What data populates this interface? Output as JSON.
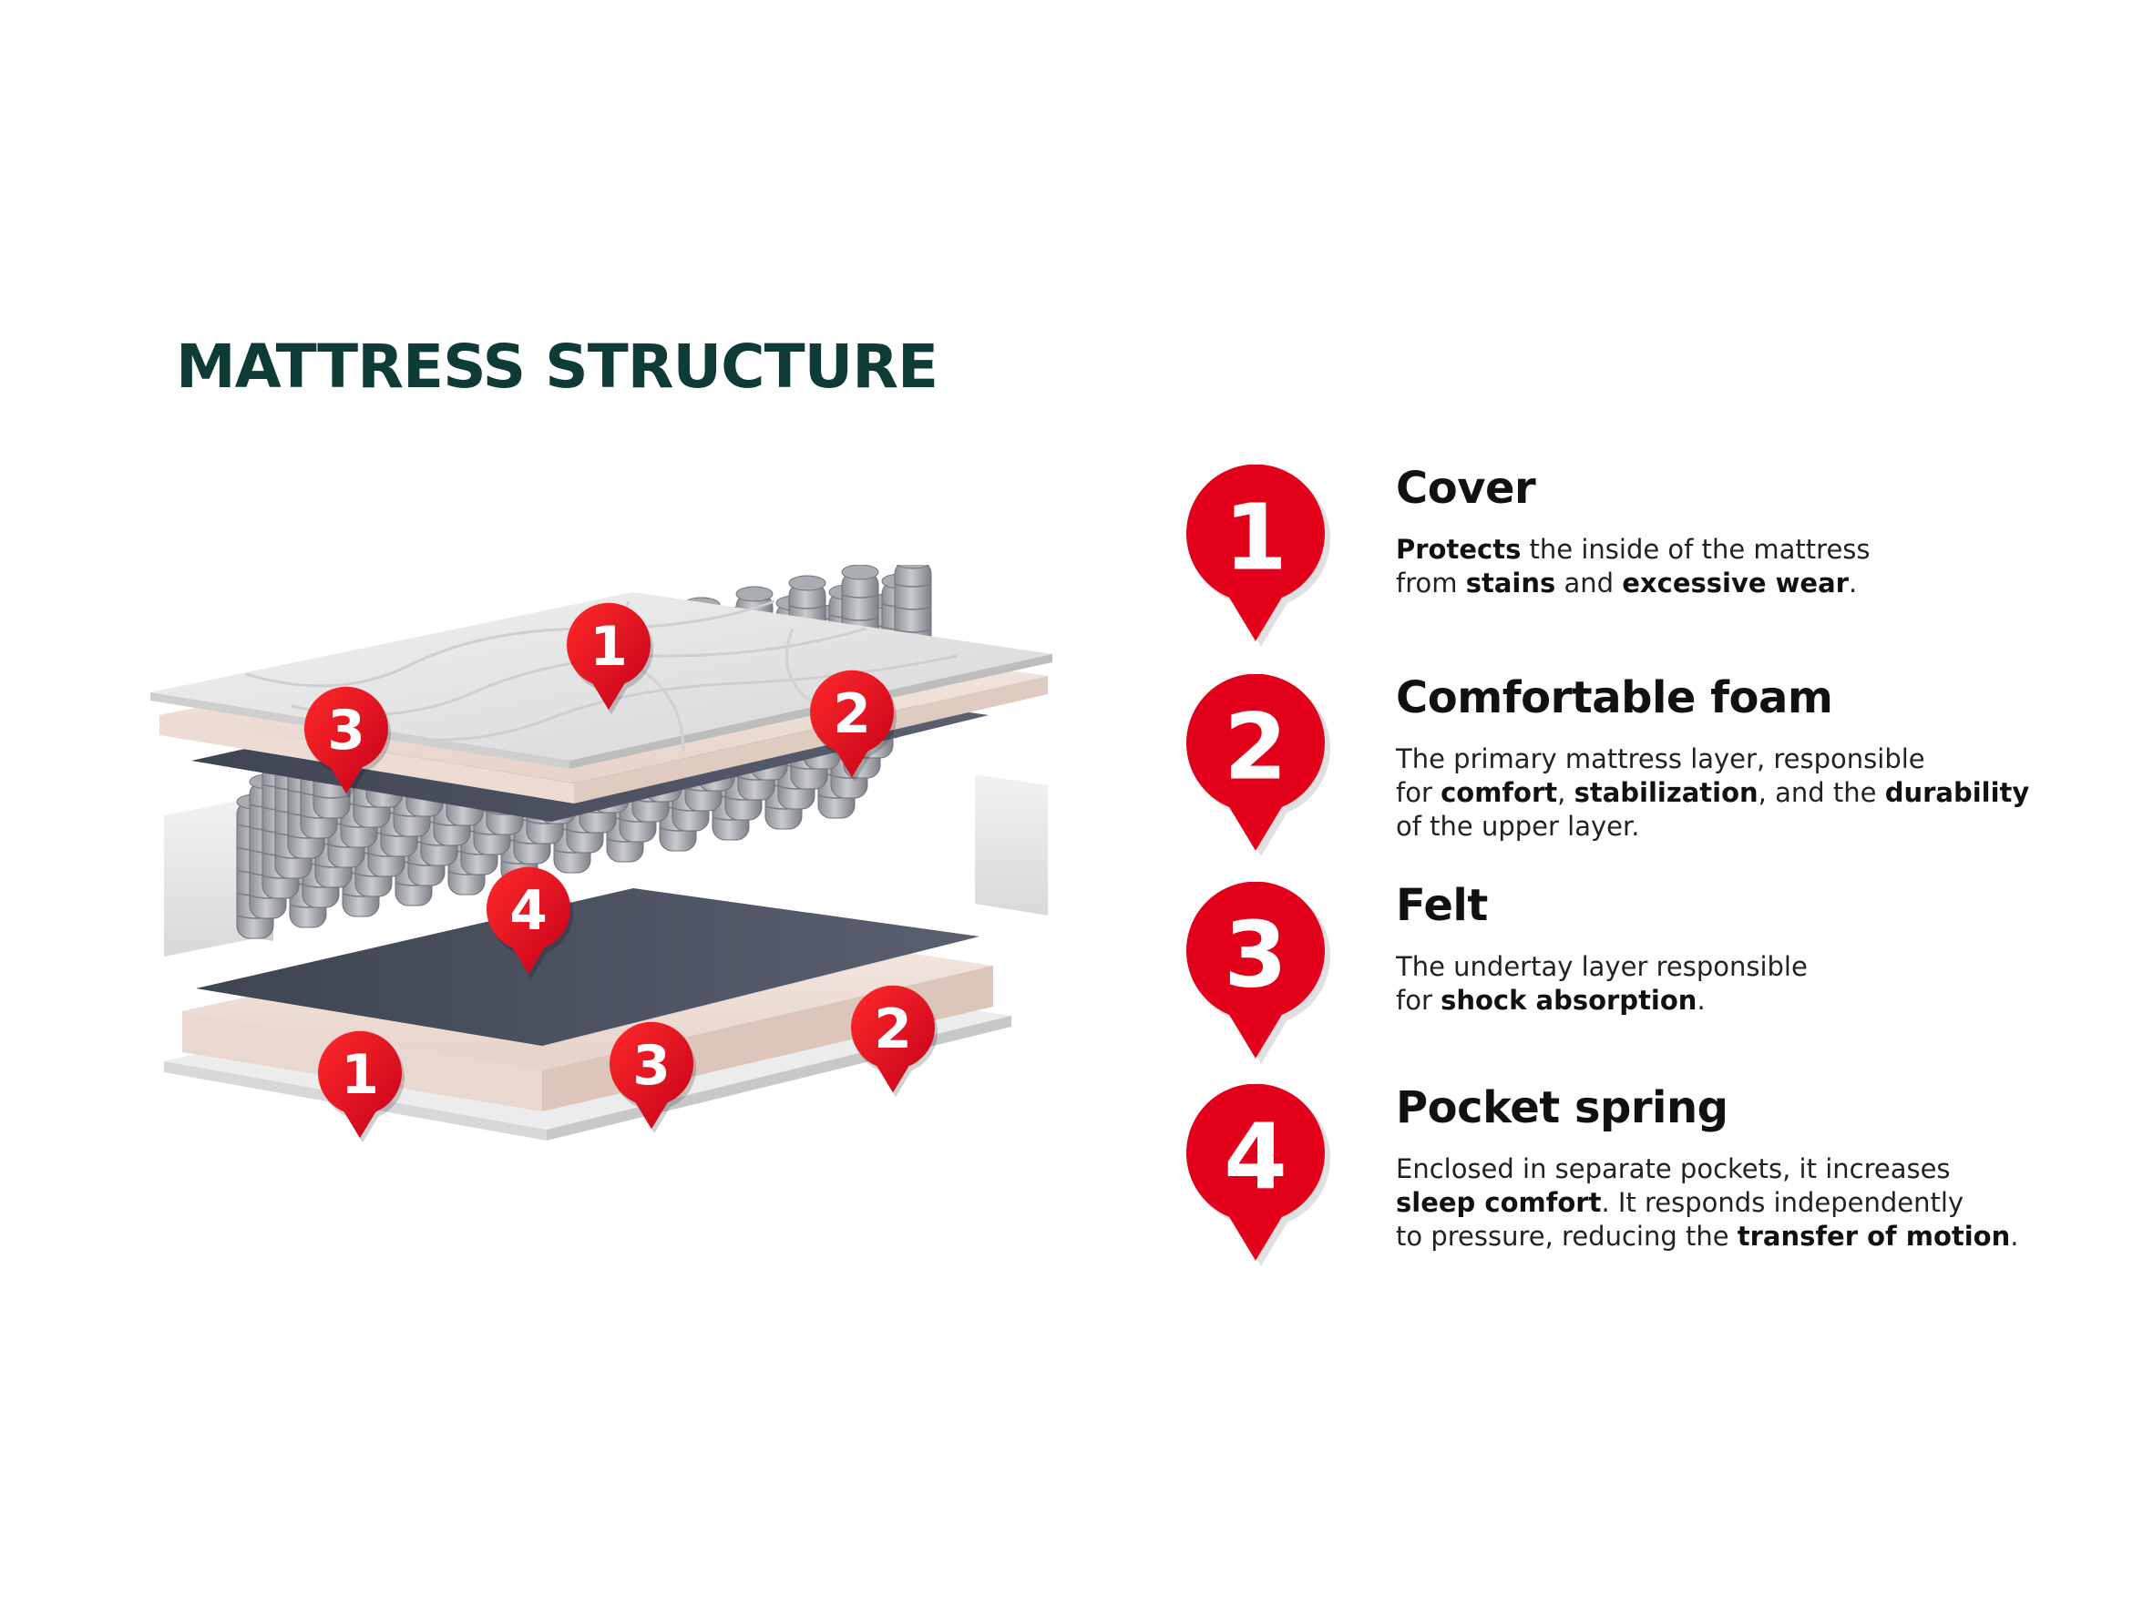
{
  "title": "MATTRESS STRUCTURE",
  "colors": {
    "title": "#0e3b36",
    "marker": "#e3001b",
    "felt": "#4a5060",
    "foam": "#f0e2db",
    "cover": "#e4e4e4"
  },
  "diagram_markers": [
    "1",
    "3",
    "2",
    "4",
    "2",
    "3",
    "1"
  ],
  "legend": [
    {
      "number": "1",
      "title": "Cover",
      "desc": {
        "l1": [
          "Protects",
          " the inside of the mattress"
        ],
        "l2": [
          "from ",
          "stains",
          " and ",
          "excessive wear",
          "."
        ]
      }
    },
    {
      "number": "2",
      "title": "Comfortable foam",
      "desc": {
        "l1": [
          "The primary mattress layer, responsible"
        ],
        "l2": [
          "for ",
          "comfort",
          ", ",
          "stabilization",
          ", and the ",
          "durability"
        ],
        "l3": [
          "of the upper layer."
        ]
      }
    },
    {
      "number": "3",
      "title": "Felt",
      "desc": {
        "l1": [
          "The undertay layer responsible"
        ],
        "l2": [
          "for ",
          "shock absorption",
          "."
        ]
      }
    },
    {
      "number": "4",
      "title": "Pocket spring",
      "desc": {
        "l1": [
          "Enclosed in separate pockets, it increases"
        ],
        "l2": [
          "sleep comfort",
          ". It responds independently"
        ],
        "l3": [
          "to pressure, reducing the ",
          "transfer of motion",
          "."
        ]
      }
    }
  ]
}
